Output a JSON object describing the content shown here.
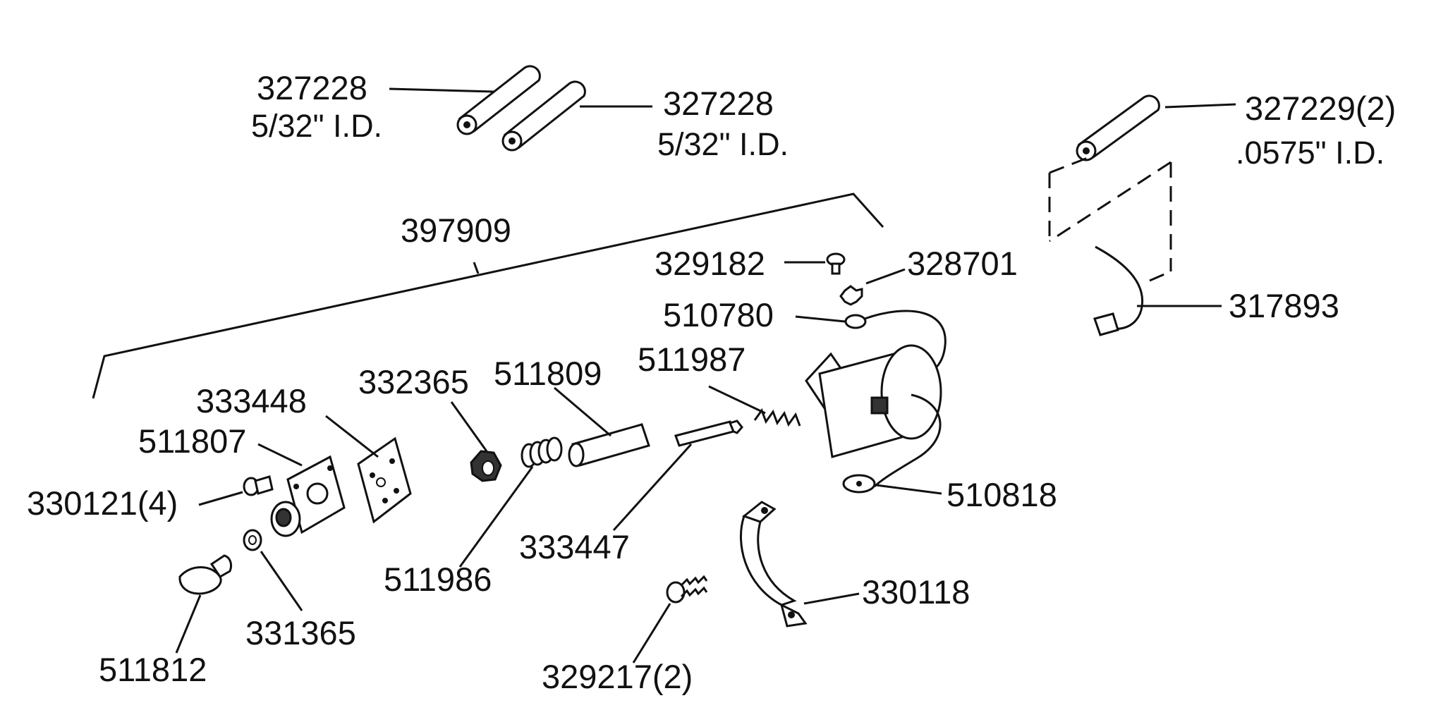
{
  "labels": {
    "p327228_left": "327228",
    "p327228_left_id": "5/32\" I.D.",
    "p327228_right": "327228",
    "p327228_right_id": "5/32\" I.D.",
    "p327229": "327229(2)",
    "p327229_id": ".0575\" I.D.",
    "p397909": "397909",
    "p329182": "329182",
    "p328701": "328701",
    "p510780": "510780",
    "p317893": "317893",
    "p511987": "511987",
    "p511809": "511809",
    "p332365": "332365",
    "p333448": "333448",
    "p511807": "511807",
    "p330121": "330121(4)",
    "p510818": "510818",
    "p333447": "333447",
    "p511986": "511986",
    "p330118": "330118",
    "p331365": "331365",
    "p511812": "511812",
    "p329217": "329217(2)"
  }
}
